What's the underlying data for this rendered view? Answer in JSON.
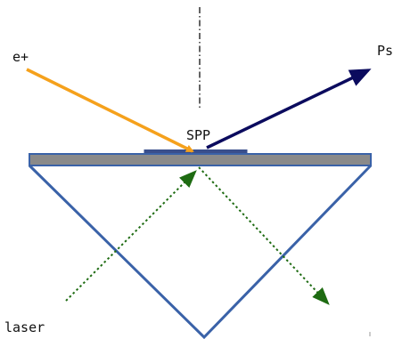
{
  "labels": {
    "positron": "e+",
    "positronium": "Ps",
    "spp": "SPP",
    "laser": "laser"
  },
  "colors": {
    "positron_beam": "#f5a11c",
    "positronium_beam": "#0b0b5e",
    "laser_beam": "#1e6b12",
    "prism_outline": "#3a62a8",
    "film_fill": "#8a8a8a",
    "film_outline": "#3a62a8",
    "spp_patch": "#3a4f8c",
    "normal_line": "#111111"
  }
}
